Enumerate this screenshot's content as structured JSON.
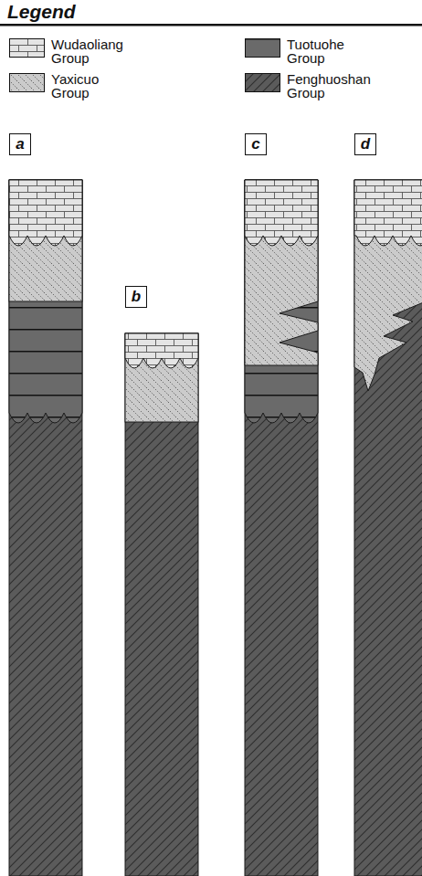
{
  "diagram": {
    "nodes": [
      {
        "text": [
          "a"
        ]
      },
      {
        "text": [
          "b"
        ]
      },
      {
        "text": [
          "c"
        ]
      },
      {
        "text": [
          "d"
        ]
      }
    ],
    "labels": [
      "Legend"
    ],
    "legend": [
      {
        "text": "Wudaoliang Group"
      },
      {
        "text": "Tuotuohe Group"
      },
      {
        "text": "Yaxicuo Group"
      },
      {
        "text": "Fenghuoshan Group"
      }
    ]
  }
}
